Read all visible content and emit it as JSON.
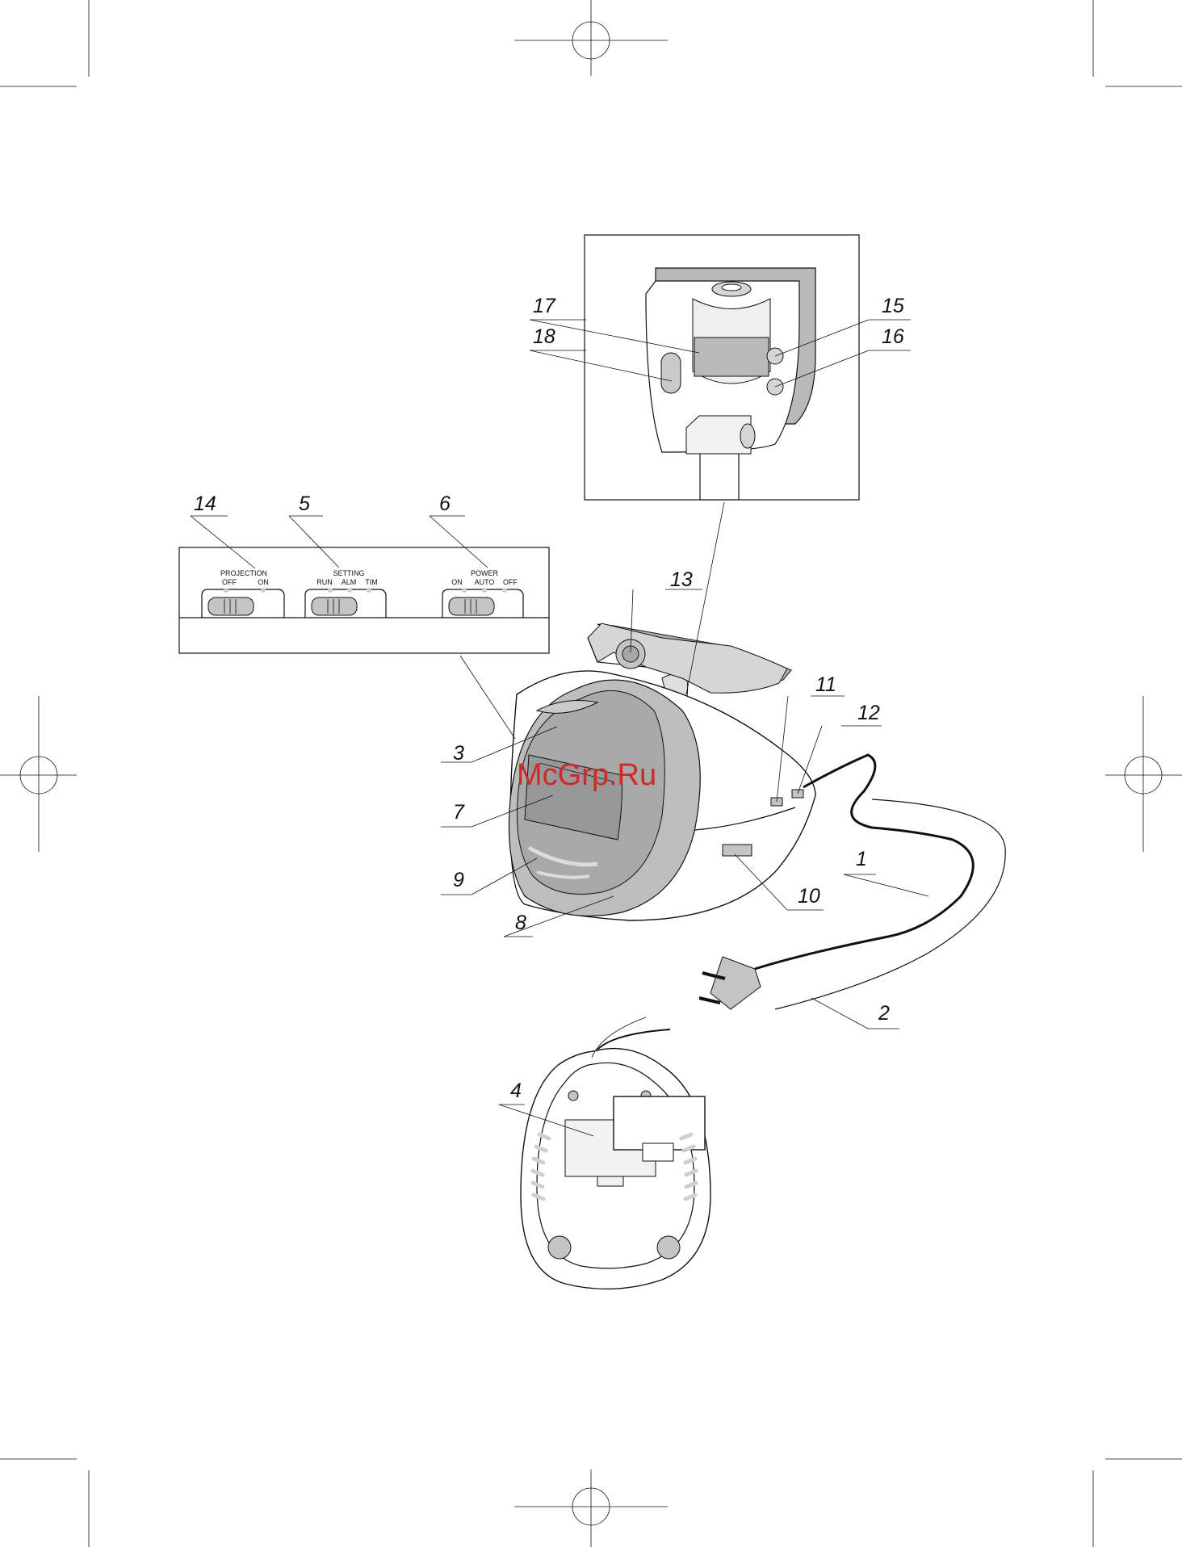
{
  "watermark": "McGrp.Ru",
  "colors": {
    "line": "#111111",
    "body_gray": "#b9b9b9",
    "light_gray": "#dedede",
    "watermark": "#d0292a"
  },
  "callouts": [
    "1",
    "2",
    "3",
    "4",
    "5",
    "6",
    "7",
    "8",
    "9",
    "10",
    "11",
    "12",
    "13",
    "14",
    "15",
    "16",
    "17",
    "18"
  ],
  "switch_panel": {
    "projection": {
      "title": "PROJECTION",
      "options": [
        "OFF",
        "ON"
      ]
    },
    "setting": {
      "title": "SETTING",
      "options": [
        "RUN",
        "ALM",
        "TIM"
      ]
    },
    "power": {
      "title": "POWER",
      "options": [
        "ON",
        "AUTO",
        "OFF"
      ]
    }
  }
}
